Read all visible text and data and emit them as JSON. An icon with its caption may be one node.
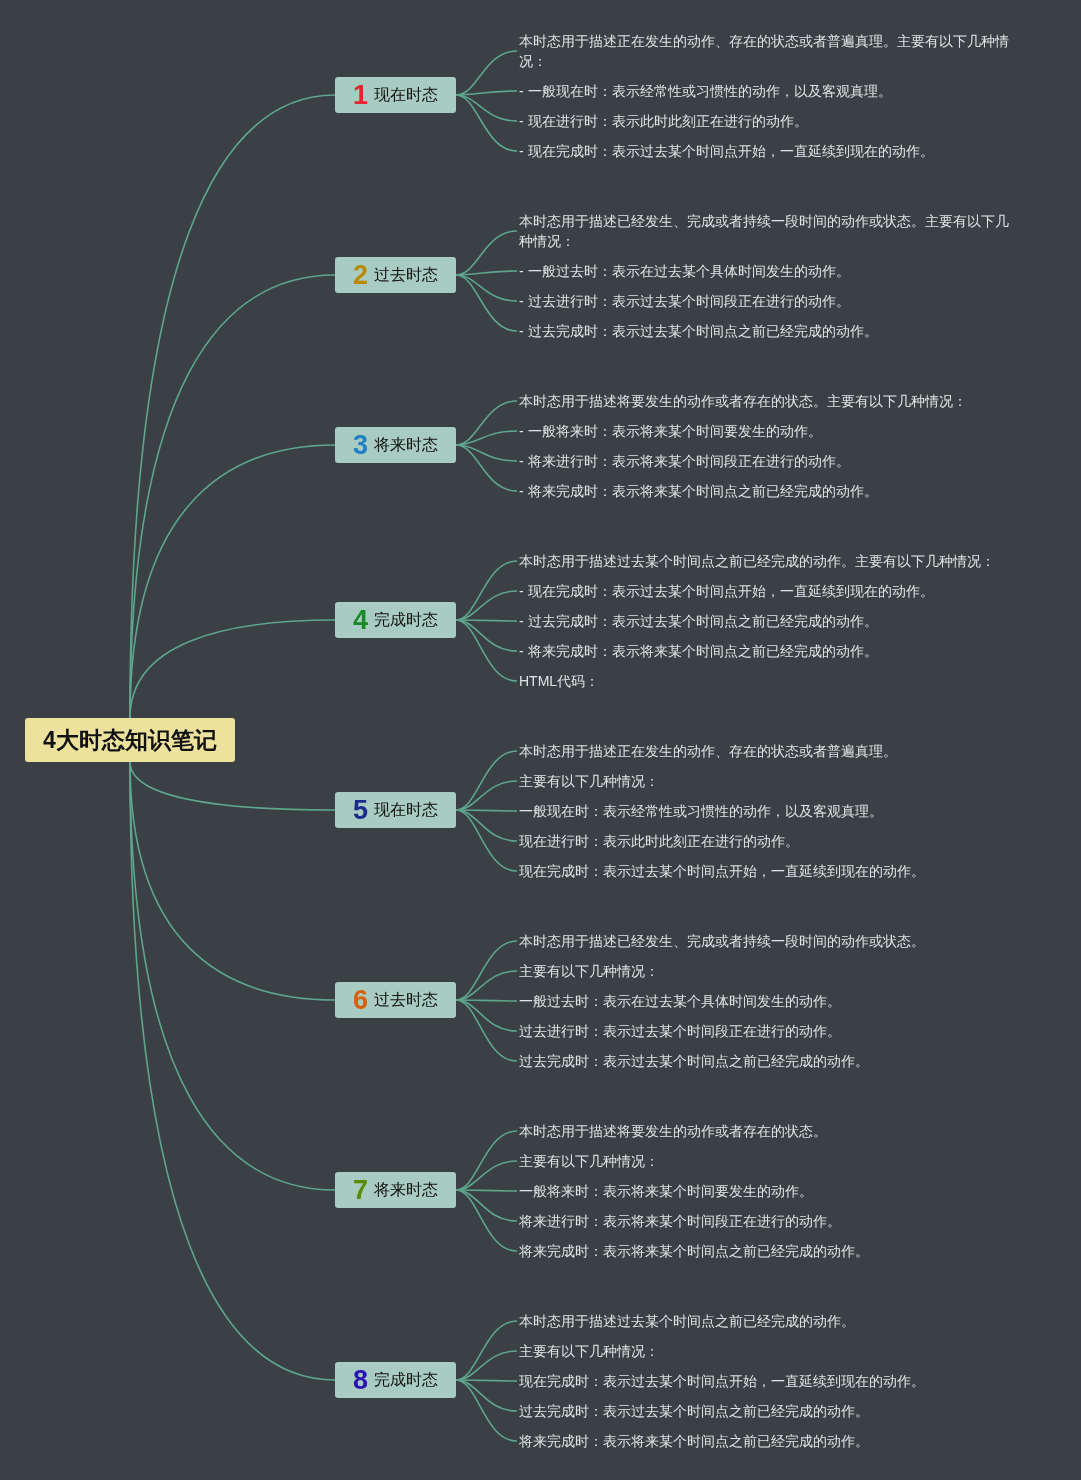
{
  "diagram": {
    "nodes": [
      {
        "text": [
          "4大时态知识笔记"
        ]
      },
      {
        "text": [
          "1",
          "现在时态"
        ]
      },
      {
        "text": [
          "本时态用于描述正在发生的动作、存在的状态或者普遍真理。主要有以下几种情况："
        ]
      },
      {
        "text": [
          "- 一般现在时：表示经常性或习惯性的动作，以及客观真理。"
        ]
      },
      {
        "text": [
          "- 现在进行时：表示此时此刻正在进行的动作。"
        ]
      },
      {
        "text": [
          "- 现在完成时：表示过去某个时间点开始，一直延续到现在的动作。"
        ]
      },
      {
        "text": [
          "2",
          "过去时态"
        ]
      },
      {
        "text": [
          "本时态用于描述已经发生、完成或者持续一段时间的动作或状态。主要有以下几种情况："
        ]
      },
      {
        "text": [
          "- 一般过去时：表示在过去某个具体时间发生的动作。"
        ]
      },
      {
        "text": [
          "- 过去进行时：表示过去某个时间段正在进行的动作。"
        ]
      },
      {
        "text": [
          "- 过去完成时：表示过去某个时间点之前已经完成的动作。"
        ]
      },
      {
        "text": [
          "3",
          "将来时态"
        ]
      },
      {
        "text": [
          "本时态用于描述将要发生的动作或者存在的状态。主要有以下几种情况："
        ]
      },
      {
        "text": [
          "- 一般将来时：表示将来某个时间要发生的动作。"
        ]
      },
      {
        "text": [
          "- 将来进行时：表示将来某个时间段正在进行的动作。"
        ]
      },
      {
        "text": [
          "- 将来完成时：表示将来某个时间点之前已经完成的动作。"
        ]
      },
      {
        "text": [
          "4",
          "完成时态"
        ]
      },
      {
        "text": [
          "本时态用于描述过去某个时间点之前已经完成的动作。主要有以下几种情况："
        ]
      },
      {
        "text": [
          "- 现在完成时：表示过去某个时间点开始，一直延续到现在的动作。"
        ]
      },
      {
        "text": [
          "- 过去完成时：表示过去某个时间点之前已经完成的动作。"
        ]
      },
      {
        "text": [
          "- 将来完成时：表示将来某个时间点之前已经完成的动作。"
        ]
      },
      {
        "text": [
          "HTML代码："
        ]
      },
      {
        "text": [
          "5",
          "现在时态"
        ]
      },
      {
        "text": [
          "本时态用于描述正在发生的动作、存在的状态或者普遍真理。"
        ]
      },
      {
        "text": [
          "主要有以下几种情况："
        ]
      },
      {
        "text": [
          "一般现在时：表示经常性或习惯性的动作，以及客观真理。"
        ]
      },
      {
        "text": [
          "现在进行时：表示此时此刻正在进行的动作。"
        ]
      },
      {
        "text": [
          "现在完成时：表示过去某个时间点开始，一直延续到现在的动作。"
        ]
      },
      {
        "text": [
          "6",
          "过去时态"
        ]
      },
      {
        "text": [
          "本时态用于描述已经发生、完成或者持续一段时间的动作或状态。"
        ]
      },
      {
        "text": [
          "主要有以下几种情况："
        ]
      },
      {
        "text": [
          "一般过去时：表示在过去某个具体时间发生的动作。"
        ]
      },
      {
        "text": [
          "过去进行时：表示过去某个时间段正在进行的动作。"
        ]
      },
      {
        "text": [
          "过去完成时：表示过去某个时间点之前已经完成的动作。"
        ]
      },
      {
        "text": [
          "7",
          "将来时态"
        ]
      },
      {
        "text": [
          "本时态用于描述将要发生的动作或者存在的状态。"
        ]
      },
      {
        "text": [
          "主要有以下几种情况："
        ]
      },
      {
        "text": [
          "一般将来时：表示将来某个时间要发生的动作。"
        ]
      },
      {
        "text": [
          "将来进行时：表示将来某个时间段正在进行的动作。"
        ]
      },
      {
        "text": [
          "将来完成时：表示将来某个时间点之前已经完成的动作。"
        ]
      },
      {
        "text": [
          "8",
          "完成时态"
        ]
      },
      {
        "text": [
          "本时态用于描述过去某个时间点之前已经完成的动作。"
        ]
      },
      {
        "text": [
          "主要有以下几种情况："
        ]
      },
      {
        "text": [
          "现在完成时：表示过去某个时间点开始，一直延续到现在的动作。"
        ]
      },
      {
        "text": [
          "过去完成时：表示过去某个时间点之前已经完成的动作。"
        ]
      },
      {
        "text": [
          "将来完成时：表示将来某个时间点之前已经完成的动作。"
        ]
      }
    ],
    "edges": [
      {
        "from": 0,
        "to": 1,
        "arrow": "none"
      },
      {
        "from": 0,
        "to": 6,
        "arrow": "none"
      },
      {
        "from": 0,
        "to": 11,
        "arrow": "none"
      },
      {
        "from": 0,
        "to": 16,
        "arrow": "none"
      },
      {
        "from": 0,
        "to": 22,
        "arrow": "none"
      },
      {
        "from": 0,
        "to": 28,
        "arrow": "none"
      },
      {
        "from": 0,
        "to": 34,
        "arrow": "none"
      },
      {
        "from": 0,
        "to": 40,
        "arrow": "none"
      },
      {
        "from": 1,
        "to": 2,
        "arrow": "none"
      },
      {
        "from": 1,
        "to": 3,
        "arrow": "none"
      },
      {
        "from": 1,
        "to": 4,
        "arrow": "none"
      },
      {
        "from": 1,
        "to": 5,
        "arrow": "none"
      },
      {
        "from": 6,
        "to": 7,
        "arrow": "none"
      },
      {
        "from": 6,
        "to": 8,
        "arrow": "none"
      },
      {
        "from": 6,
        "to": 9,
        "arrow": "none"
      },
      {
        "from": 6,
        "to": 10,
        "arrow": "none"
      },
      {
        "from": 11,
        "to": 12,
        "arrow": "none"
      },
      {
        "from": 11,
        "to": 13,
        "arrow": "none"
      },
      {
        "from": 11,
        "to": 14,
        "arrow": "none"
      },
      {
        "from": 11,
        "to": 15,
        "arrow": "none"
      },
      {
        "from": 16,
        "to": 17,
        "arrow": "none"
      },
      {
        "from": 16,
        "to": 18,
        "arrow": "none"
      },
      {
        "from": 16,
        "to": 19,
        "arrow": "none"
      },
      {
        "from": 16,
        "to": 20,
        "arrow": "none"
      },
      {
        "from": 16,
        "to": 21,
        "arrow": "none"
      },
      {
        "from": 22,
        "to": 23,
        "arrow": "none"
      },
      {
        "from": 22,
        "to": 24,
        "arrow": "none"
      },
      {
        "from": 22,
        "to": 25,
        "arrow": "none"
      },
      {
        "from": 22,
        "to": 26,
        "arrow": "none"
      },
      {
        "from": 22,
        "to": 27,
        "arrow": "none"
      },
      {
        "from": 28,
        "to": 29,
        "arrow": "none"
      },
      {
        "from": 28,
        "to": 30,
        "arrow": "none"
      },
      {
        "from": 28,
        "to": 31,
        "arrow": "none"
      },
      {
        "from": 28,
        "to": 32,
        "arrow": "none"
      },
      {
        "from": 28,
        "to": 33,
        "arrow": "none"
      },
      {
        "from": 34,
        "to": 35,
        "arrow": "none"
      },
      {
        "from": 34,
        "to": 36,
        "arrow": "none"
      },
      {
        "from": 34,
        "to": 37,
        "arrow": "none"
      },
      {
        "from": 34,
        "to": 38,
        "arrow": "none"
      },
      {
        "from": 34,
        "to": 39,
        "arrow": "none"
      },
      {
        "from": 40,
        "to": 41,
        "arrow": "none"
      },
      {
        "from": 40,
        "to": 42,
        "arrow": "none"
      },
      {
        "from": 40,
        "to": 43,
        "arrow": "none"
      },
      {
        "from": 40,
        "to": 44,
        "arrow": "none"
      },
      {
        "from": 40,
        "to": 45,
        "arrow": "none"
      }
    ]
  }
}
